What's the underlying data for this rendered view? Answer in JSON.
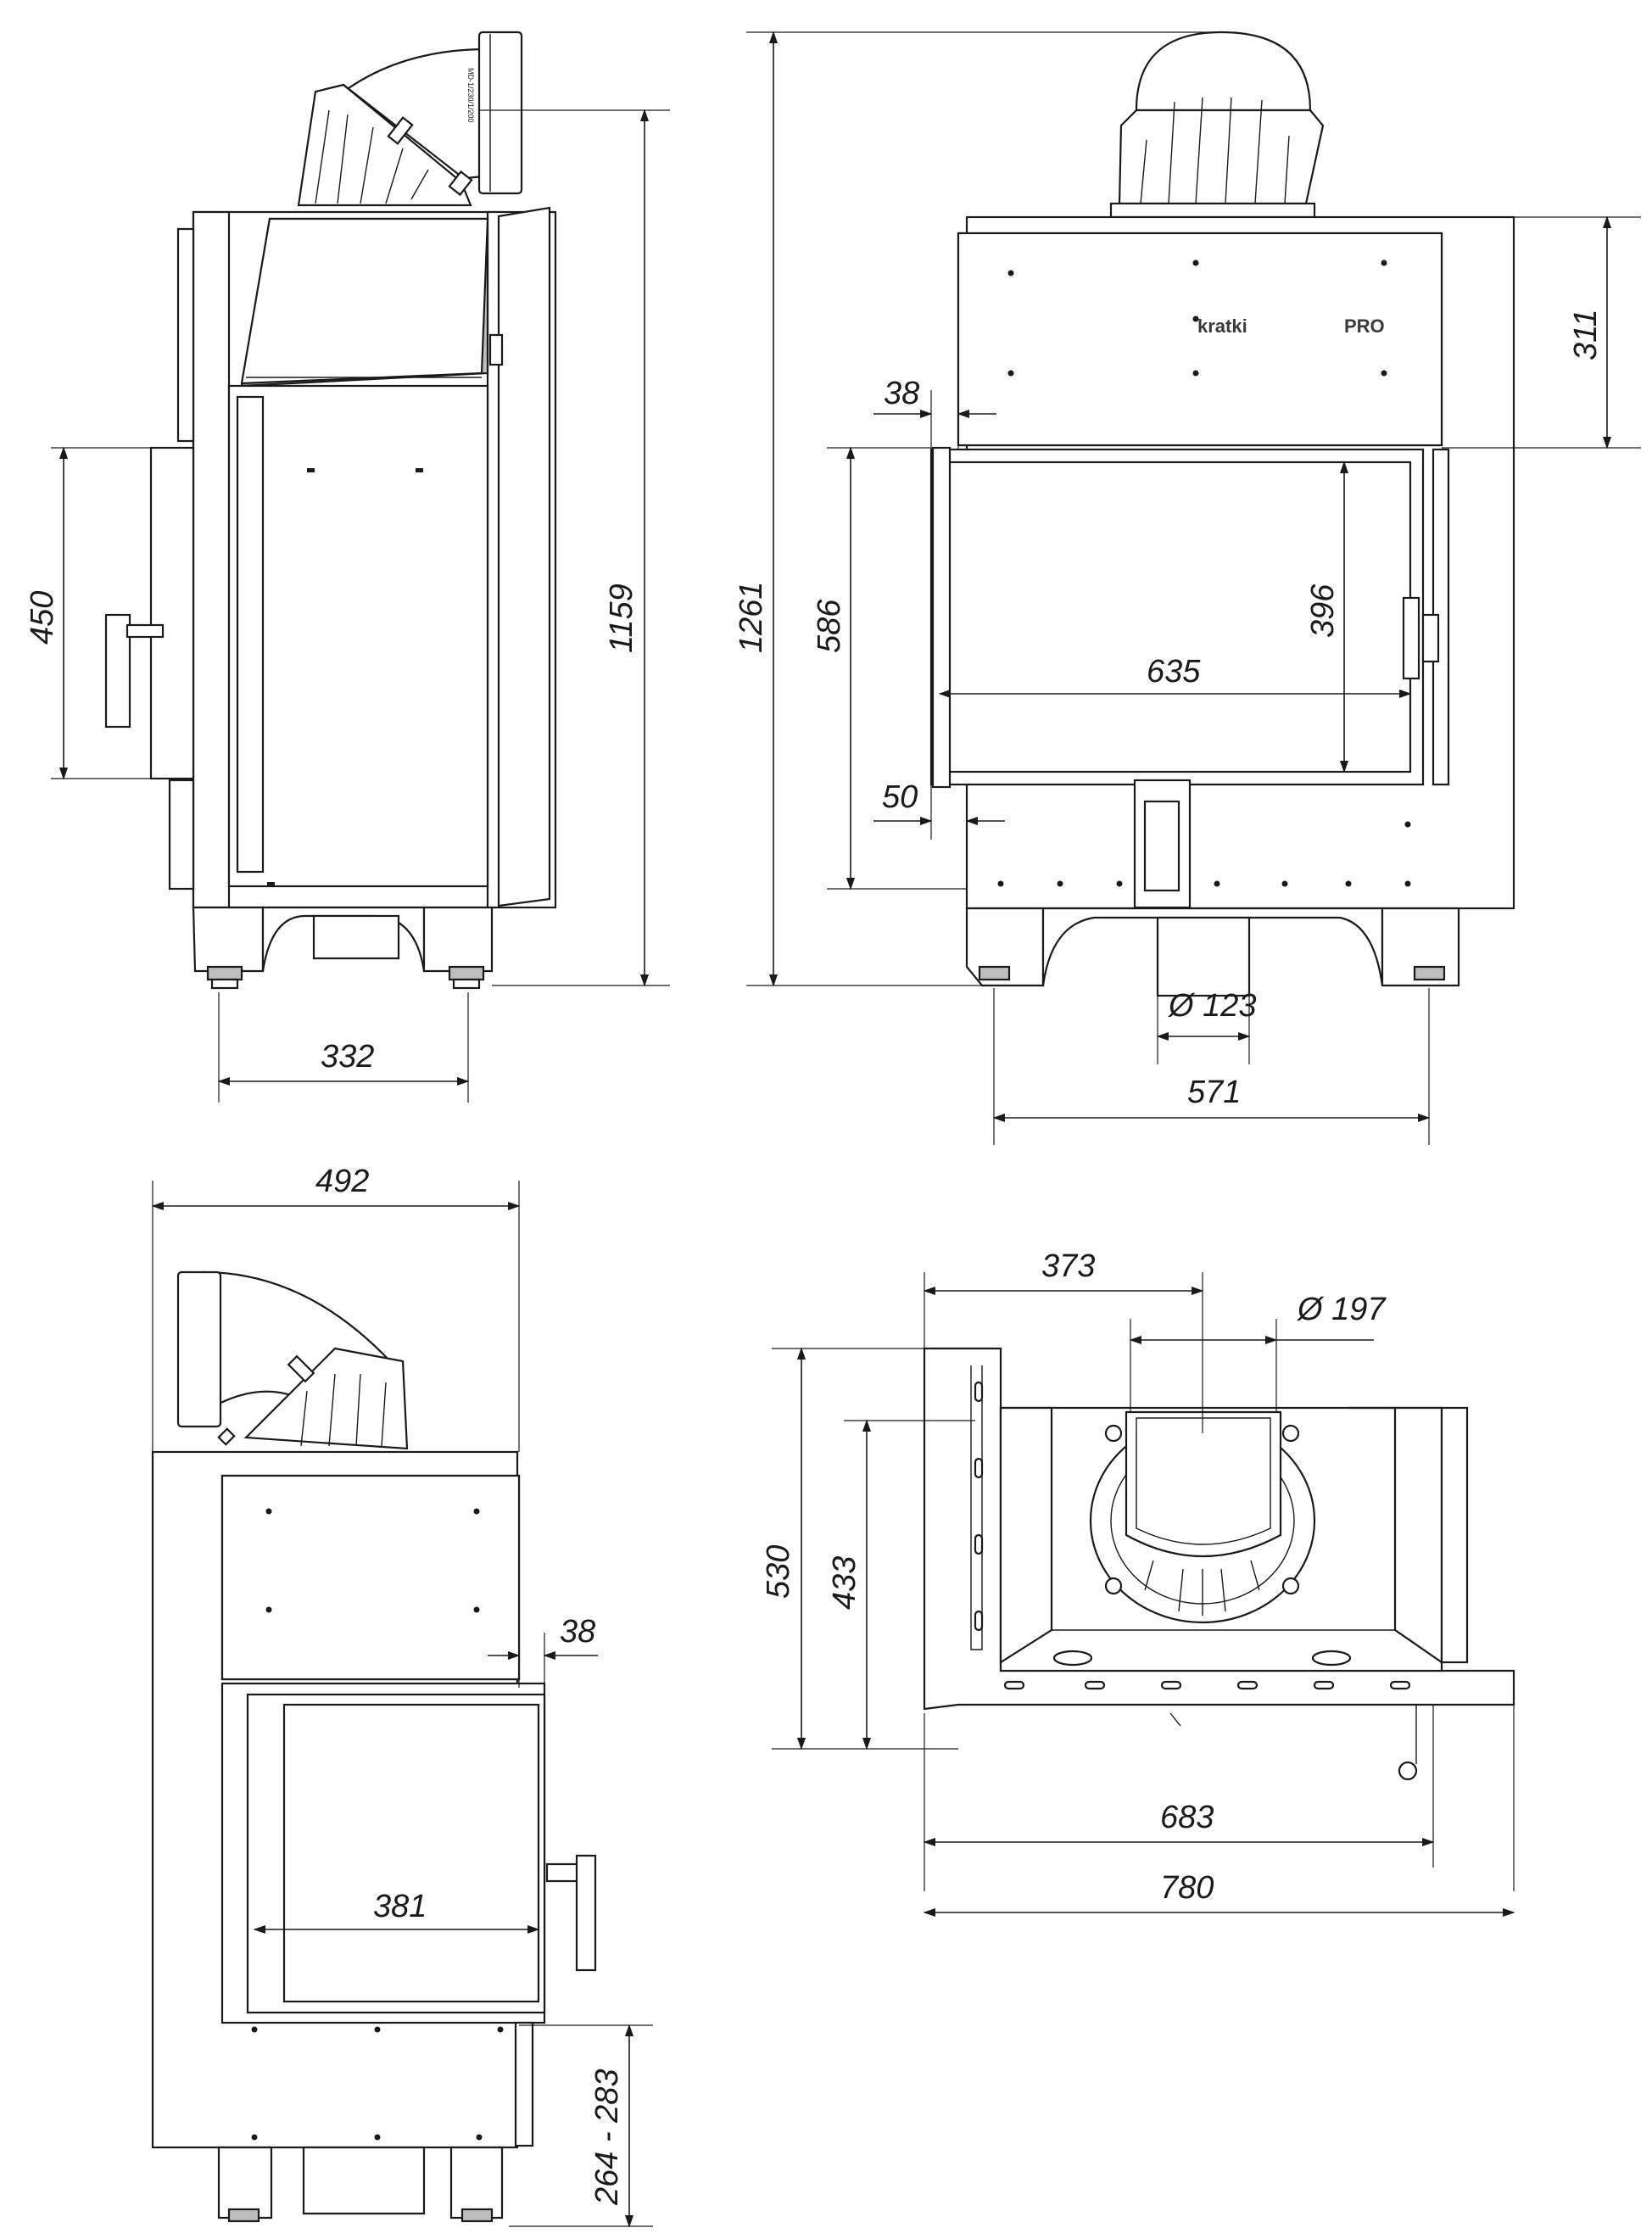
{
  "brand": {
    "name": "kratki",
    "suffix": "PRO"
  },
  "side_view": {
    "flue_marking": "MD-1/230/1/200",
    "dimensions": {
      "total_height": "1159",
      "handle_height": "450",
      "feet_spacing": "332"
    }
  },
  "front_view": {
    "dimensions": {
      "total_height": "1261",
      "top_panel_height": "311",
      "frame_offset_top": "38",
      "door_height": "586",
      "glass_height": "396",
      "glass_width": "635",
      "frame_offset_bottom": "50",
      "air_inlet_diameter": "Ø 123",
      "feet_spacing": "571"
    }
  },
  "side_front_view": {
    "dimensions": {
      "total_width": "492",
      "frame_offset": "38",
      "glass_width": "381",
      "bottom_height_range": "264 - 283"
    }
  },
  "top_view": {
    "dimensions": {
      "flue_offset": "373",
      "flue_diameter": "Ø 197",
      "total_depth": "530",
      "inner_depth": "433",
      "inner_width": "683",
      "total_width": "780"
    }
  }
}
